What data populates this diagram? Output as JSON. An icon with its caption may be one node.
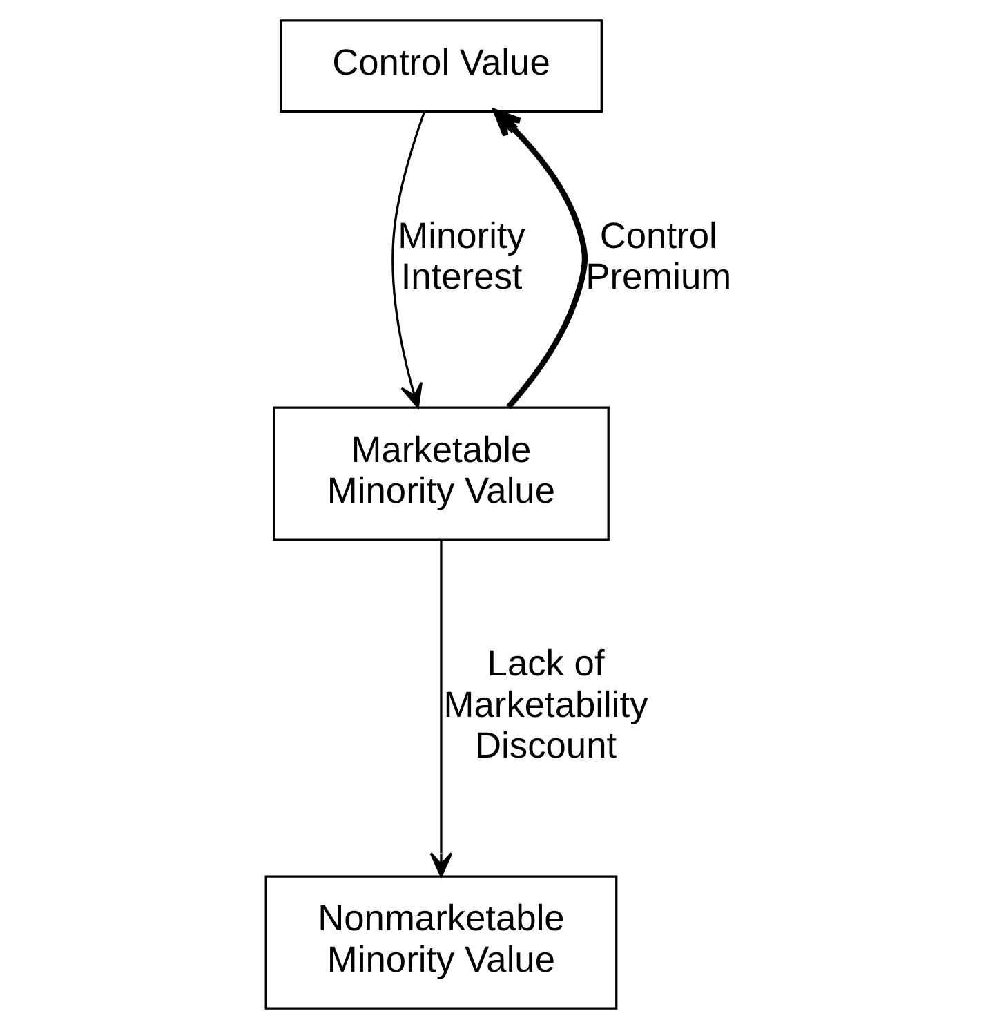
{
  "diagram": {
    "nodes": [
      {
        "text": [
          "Control Value"
        ]
      },
      {
        "text": [
          "Marketable Minority Value"
        ]
      },
      {
        "text": [
          "Nonmarketable Minority Value"
        ]
      }
    ],
    "edges": [
      {
        "from": 1,
        "to": 0,
        "arrow": "to",
        "label": "Control Premium",
        "style": "thick"
      },
      {
        "from": 0,
        "to": 1,
        "arrow": "to",
        "label": "Minority Interest"
      },
      {
        "from": 1,
        "to": 2,
        "arrow": "to",
        "label": "Lack of Marketability Discount"
      }
    ]
  }
}
